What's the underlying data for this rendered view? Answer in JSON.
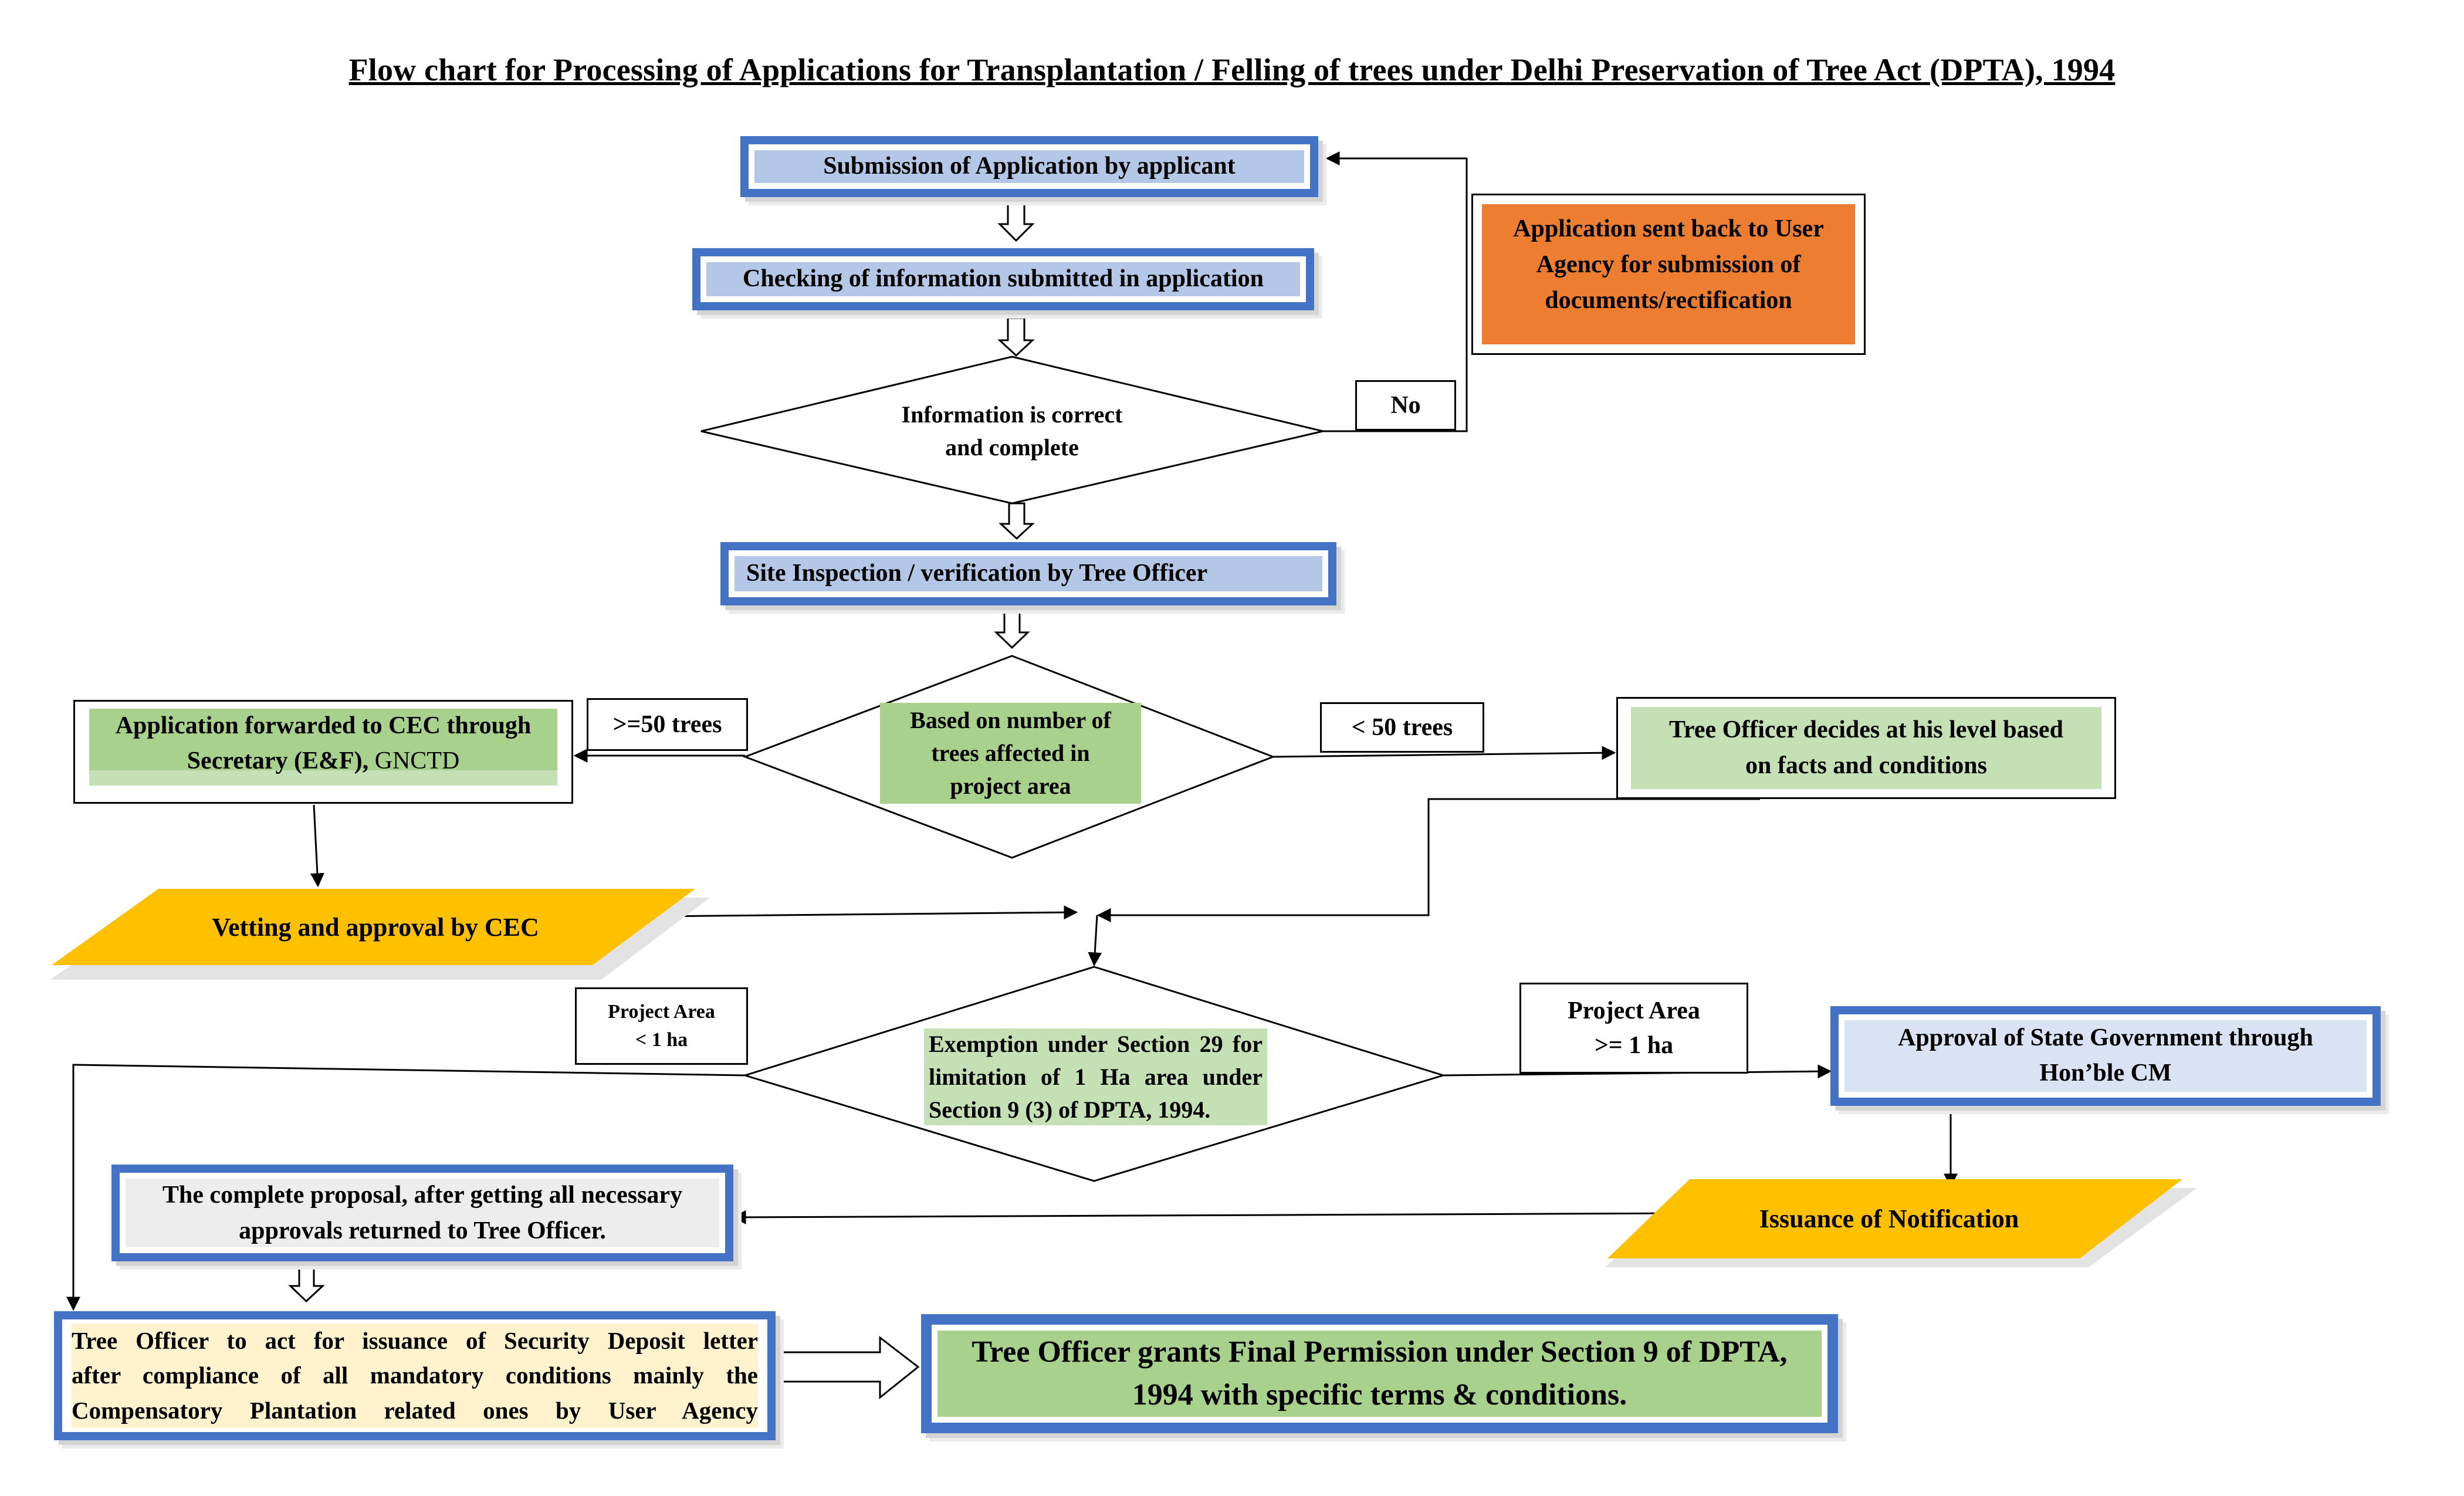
{
  "title": "Flow chart for Processing of Applications for Transplantation / Felling of trees under Delhi Preservation of Tree Act (DPTA), 1994",
  "steps": {
    "submission": "Submission of Application by applicant",
    "checking": "Checking of information submitted in application",
    "info_decision": [
      "Information is correct",
      "and complete"
    ],
    "sent_back": [
      "Application sent back to User",
      "Agency for submission of",
      "documents/rectification"
    ],
    "site_inspection": "Site Inspection / verification by Tree Officer",
    "trees_decision": [
      "Based on number of",
      "trees affected in",
      "project area"
    ],
    "cec_forward": [
      "Application forwarded to CEC through",
      "Secretary (E&F),",
      " GNCTD"
    ],
    "tree_officer_decides": [
      "Tree Officer decides at his level based",
      "on facts and conditions"
    ],
    "vetting": "Vetting and approval by CEC",
    "exemption_decision": [
      "Exemption under Section 29 for",
      "limitation of 1 Ha area under",
      "Section 9 (3) of DPTA, 1994."
    ],
    "state_approval": [
      "Approval of State Government through",
      "Hon’ble CM"
    ],
    "notification": "Issuance of Notification",
    "complete_proposal": [
      "The complete proposal, after getting all necessary",
      "approvals returned to Tree Officer."
    ],
    "security_deposit": [
      "Tree Officer to act for issuance of Security Deposit letter",
      "after compliance of all mandatory conditions mainly  the",
      "Compensatory Plantation related ones by User Agency"
    ],
    "final_permission": [
      "Tree Officer grants Final Permission under Section 9 of DPTA,",
      "1994 with specific terms & conditions."
    ]
  },
  "edge_labels": {
    "no": "No",
    "ge50": ">=50 trees",
    "lt50": "< 50 trees",
    "area_lt": [
      "Project Area",
      "< 1 ha"
    ],
    "area_ge": [
      "Project Area",
      ">= 1 ha"
    ]
  },
  "colors": {
    "box_border_blue": "#4472C4",
    "box_fill_light_blue": "#B4C7E7",
    "orange": "#ED7D31",
    "green": "#A9D18E",
    "light_green": "#C5E0B4",
    "yellow": "#FFC000"
  }
}
